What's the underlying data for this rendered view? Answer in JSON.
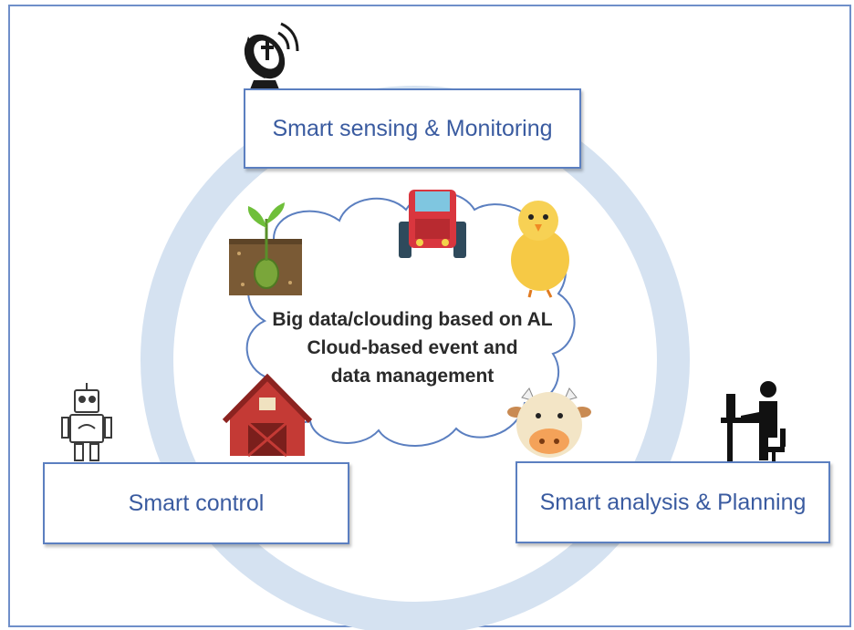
{
  "boxes": {
    "sensing": "Smart sensing & Monitoring",
    "control": "Smart control",
    "analysis": "Smart analysis & Planning"
  },
  "center": {
    "line1": "Big data/clouding based on AL",
    "line2": "Cloud-based event and",
    "line3": "data management"
  },
  "colors": {
    "ring": "#d5e2f1",
    "frame": "#6f8fc9",
    "box_border": "#5b7fc0",
    "box_text": "#3a5ba0",
    "cloud_stroke": "#5b7fc0"
  },
  "icons": [
    "satellite-dish-icon",
    "robot-icon",
    "person-at-computer-icon",
    "plant-sprout-icon",
    "tractor-icon",
    "chick-icon",
    "barn-icon",
    "cow-icon",
    "cloud-icon"
  ]
}
